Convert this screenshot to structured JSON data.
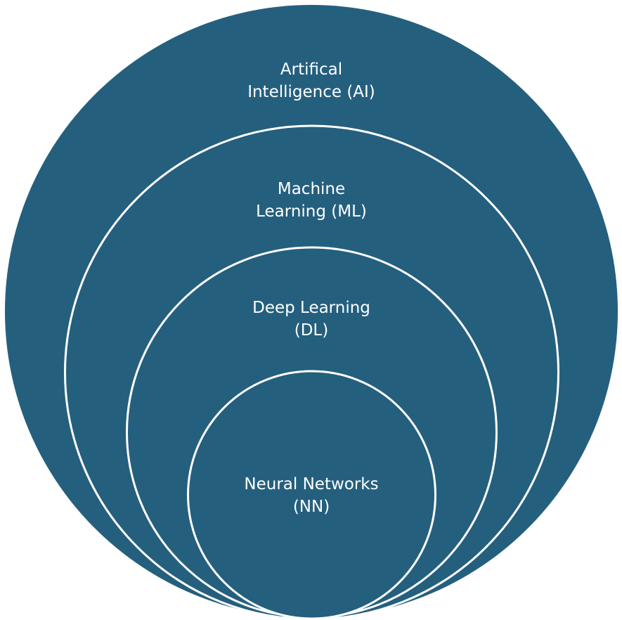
{
  "colors": {
    "fill": "#255F7E",
    "stroke": "#FFFFFF",
    "text": "#FFFFFF"
  },
  "layers": [
    {
      "id": "ai",
      "lines": [
        "Artifical",
        "Intelligence (AI)"
      ]
    },
    {
      "id": "ml",
      "lines": [
        "Machine",
        "Learning (ML)"
      ]
    },
    {
      "id": "dl",
      "lines": [
        "Deep Learning",
        "(DL)"
      ]
    },
    {
      "id": "nn",
      "lines": [
        "Neural Networks",
        "(NN)"
      ]
    }
  ]
}
